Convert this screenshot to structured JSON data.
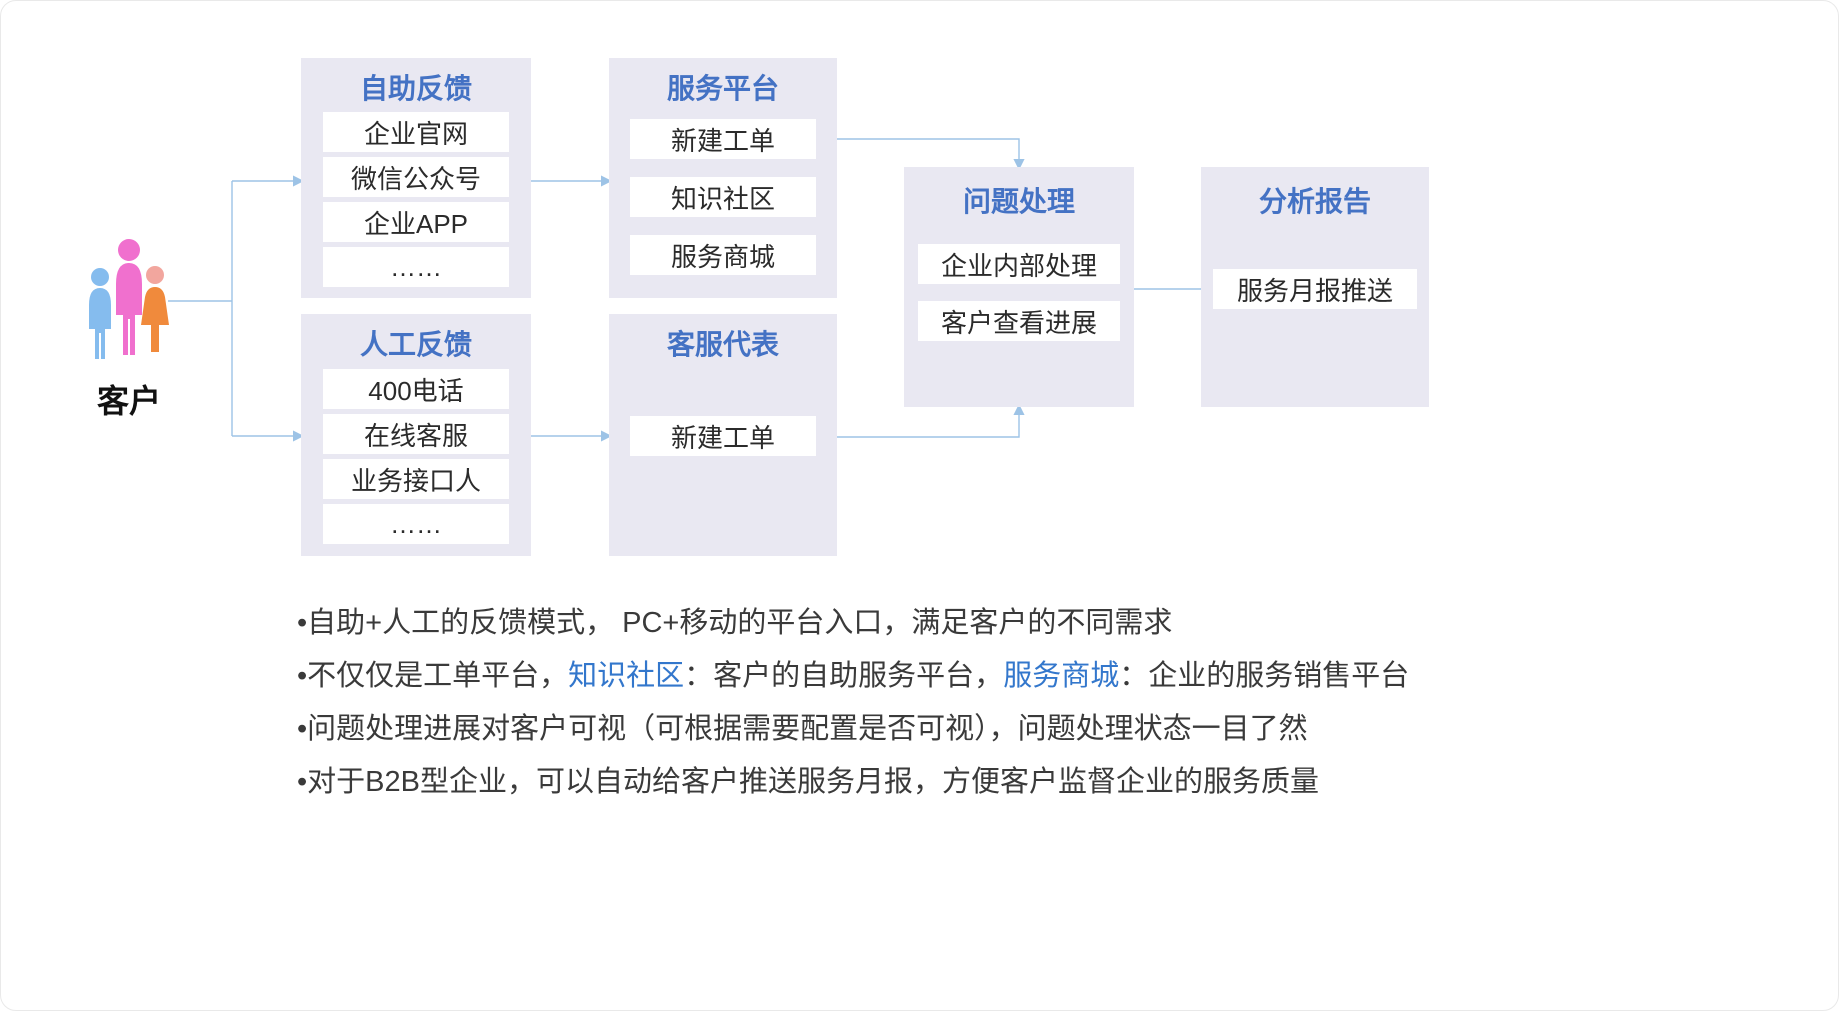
{
  "colors": {
    "accent": "#4472C4",
    "note-highlight": "#3377CC",
    "arrow": "#9DC3E6",
    "group-bg": "#E9E8F2",
    "item-text": "#2B2B2B",
    "note-text": "#3A3A3A",
    "person-blue": "#85BCEE",
    "person-pink": "#F070CE",
    "person-orange": "#F08A3C",
    "person-orange-head": "#F2A69E"
  },
  "customer": {
    "label": "客户"
  },
  "groups": [
    {
      "title": "自助反馈",
      "items": [
        "企业官网",
        "微信公众号",
        "企业APP",
        "……"
      ]
    },
    {
      "title": "服务平台",
      "items": [
        "新建工单",
        "知识社区",
        "服务商城"
      ]
    },
    {
      "title": "人工反馈",
      "items": [
        "400电话",
        "在线客服",
        "业务接口人",
        "……"
      ]
    },
    {
      "title": "客服代表",
      "items": [
        "新建工单"
      ]
    },
    {
      "title": "问题处理",
      "items": [
        "企业内部处理",
        "客户查看进展"
      ]
    },
    {
      "title": "分析报告",
      "items": [
        "服务月报推送"
      ]
    }
  ],
  "notes": [
    {
      "segments": [
        {
          "text": "•自助+人工的反馈模式， PC+移动的平台入口，满足客户的不同需求",
          "highlight": false
        }
      ]
    },
    {
      "segments": [
        {
          "text": "•不仅仅是工单平台，",
          "highlight": false
        },
        {
          "text": "知识社区",
          "highlight": true
        },
        {
          "text": "：客户的自助服务平台，",
          "highlight": false
        },
        {
          "text": "服务商城",
          "highlight": true
        },
        {
          "text": "：企业的服务销售平台",
          "highlight": false
        }
      ]
    },
    {
      "segments": [
        {
          "text": "•问题处理进展对客户可视（可根据需要配置是否可视），问题处理状态一目了然",
          "highlight": false
        }
      ]
    },
    {
      "segments": [
        {
          "text": "•对于B2B型企业，可以自动给客户推送服务月报，方便客户监督企业的服务质量",
          "highlight": false
        }
      ]
    }
  ]
}
